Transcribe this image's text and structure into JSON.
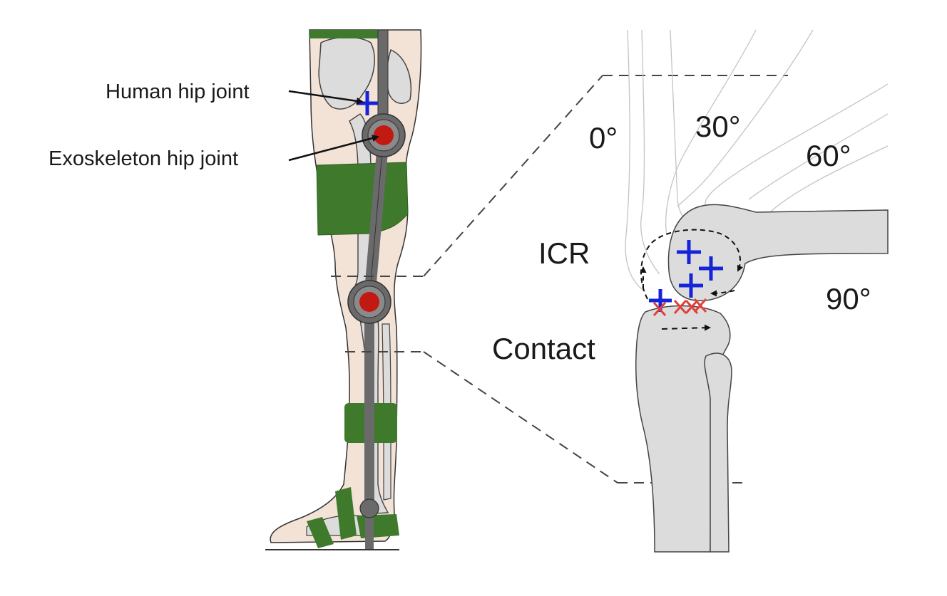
{
  "labels": {
    "human_hip_joint": "Human hip joint",
    "exoskeleton_hip_joint": "Exoskeleton hip joint",
    "angle_0": "0°",
    "angle_30": "30°",
    "angle_60": "60°",
    "angle_90": "90°",
    "icr": "ICR",
    "contact": "Contact"
  },
  "colors": {
    "skin": "#f3e2d6",
    "bone": "#dcdcdc",
    "strap": "#3f7a2c",
    "exo_frame": "#6a6a6a",
    "joint_red": "#c21a12",
    "icr_marker": "#1524d9",
    "contact_marker": "#e0403a"
  }
}
